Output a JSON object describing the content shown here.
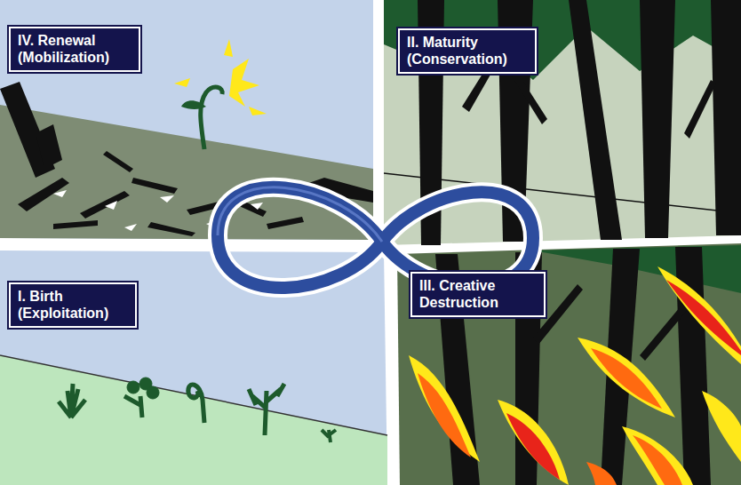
{
  "diagram": {
    "nodes": [
      {
        "text": [
          "IV. Renewal (Mobilization)"
        ]
      },
      {
        "text": [
          "II. Maturity (Conservation)"
        ]
      },
      {
        "text": [
          "I. Birth (Exploitation)"
        ]
      },
      {
        "text": [
          "III. Creative Destruction"
        ]
      }
    ]
  }
}
